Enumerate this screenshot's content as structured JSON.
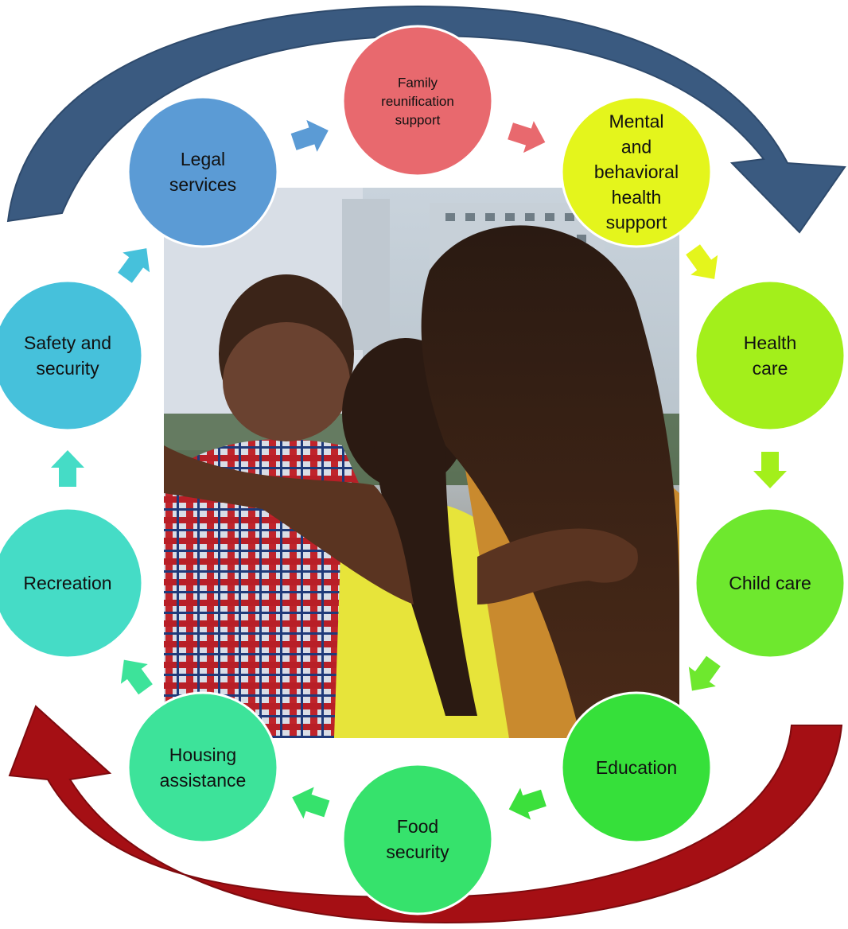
{
  "colors": {
    "top_arrow": "#3a5a80",
    "bottom_arrow": "#a50f14",
    "background": "#ffffff"
  },
  "photo": {
    "icon": "photo-icon",
    "description": "three people embracing, seen from behind"
  },
  "nodes": [
    {
      "id": "legal-services",
      "lines": [
        "Legal",
        "services"
      ],
      "color": "#5b9bd5"
    },
    {
      "id": "family-reunification-support",
      "lines": [
        "Family",
        "reunification",
        "support"
      ],
      "color": "#e8696e"
    },
    {
      "id": "mental-and-behavioral-health-support",
      "lines": [
        "Mental",
        "and",
        "behavioral",
        "health",
        "support"
      ],
      "color": "#e4f51c"
    },
    {
      "id": "health-care",
      "lines": [
        "Health",
        "care"
      ],
      "color": "#a3ef1b"
    },
    {
      "id": "child-care",
      "lines": [
        "Child care"
      ],
      "color": "#6ee82e"
    },
    {
      "id": "education",
      "lines": [
        "Education"
      ],
      "color": "#36e03a"
    },
    {
      "id": "food-security",
      "lines": [
        "Food",
        "security"
      ],
      "color": "#36e26c"
    },
    {
      "id": "housing-assistance",
      "lines": [
        "Housing",
        "assistance"
      ],
      "color": "#3de39a"
    },
    {
      "id": "recreation",
      "lines": [
        "Recreation"
      ],
      "color": "#45dcc6"
    },
    {
      "id": "safety-and-security",
      "lines": [
        "Safety and",
        "security"
      ],
      "color": "#46c1db"
    }
  ],
  "connectors": [
    {
      "from": "legal-services",
      "to": "family-reunification-support",
      "color": "#5b9bd5"
    },
    {
      "from": "family-reunification-support",
      "to": "mental-and-behavioral-health-support",
      "color": "#e8696e"
    },
    {
      "from": "mental-and-behavioral-health-support",
      "to": "health-care",
      "color": "#e4f51c"
    },
    {
      "from": "health-care",
      "to": "child-care",
      "color": "#a3ef1b"
    },
    {
      "from": "child-care",
      "to": "education",
      "color": "#6ee82e"
    },
    {
      "from": "education",
      "to": "food-security",
      "color": "#3ce03c"
    },
    {
      "from": "food-security",
      "to": "housing-assistance",
      "color": "#36e26c"
    },
    {
      "from": "housing-assistance",
      "to": "recreation",
      "color": "#3de39a"
    },
    {
      "from": "recreation",
      "to": "safety-and-security",
      "color": "#45dcc6"
    },
    {
      "from": "safety-and-security",
      "to": "legal-services",
      "color": "#46c1db"
    }
  ]
}
